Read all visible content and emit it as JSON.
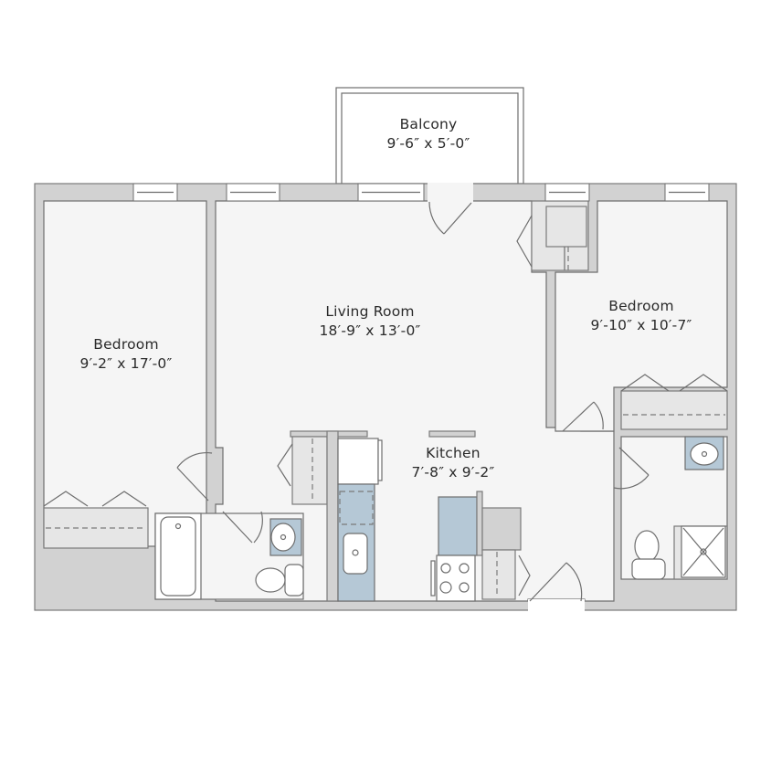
{
  "plan": {
    "rooms": [
      {
        "id": "balcony",
        "name": "Balcony",
        "dimensions": "9′-6″ x 5′-0″"
      },
      {
        "id": "living_room",
        "name": "Living Room",
        "dimensions": "18′-9″ x 13′-0″"
      },
      {
        "id": "bedroom_left",
        "name": "Bedroom",
        "dimensions": "9′-2″ x 17′-0″"
      },
      {
        "id": "bedroom_right",
        "name": "Bedroom",
        "dimensions": "9′-10″ x 10′-7″"
      },
      {
        "id": "kitchen",
        "name": "Kitchen",
        "dimensions": "7′-8″ x 9′-2″"
      }
    ],
    "colors": {
      "wall": "#d2d2d2",
      "floor": "#f5f5f5",
      "fixture_blue": "#b5c8d6",
      "text": "#2a2a2a"
    }
  }
}
